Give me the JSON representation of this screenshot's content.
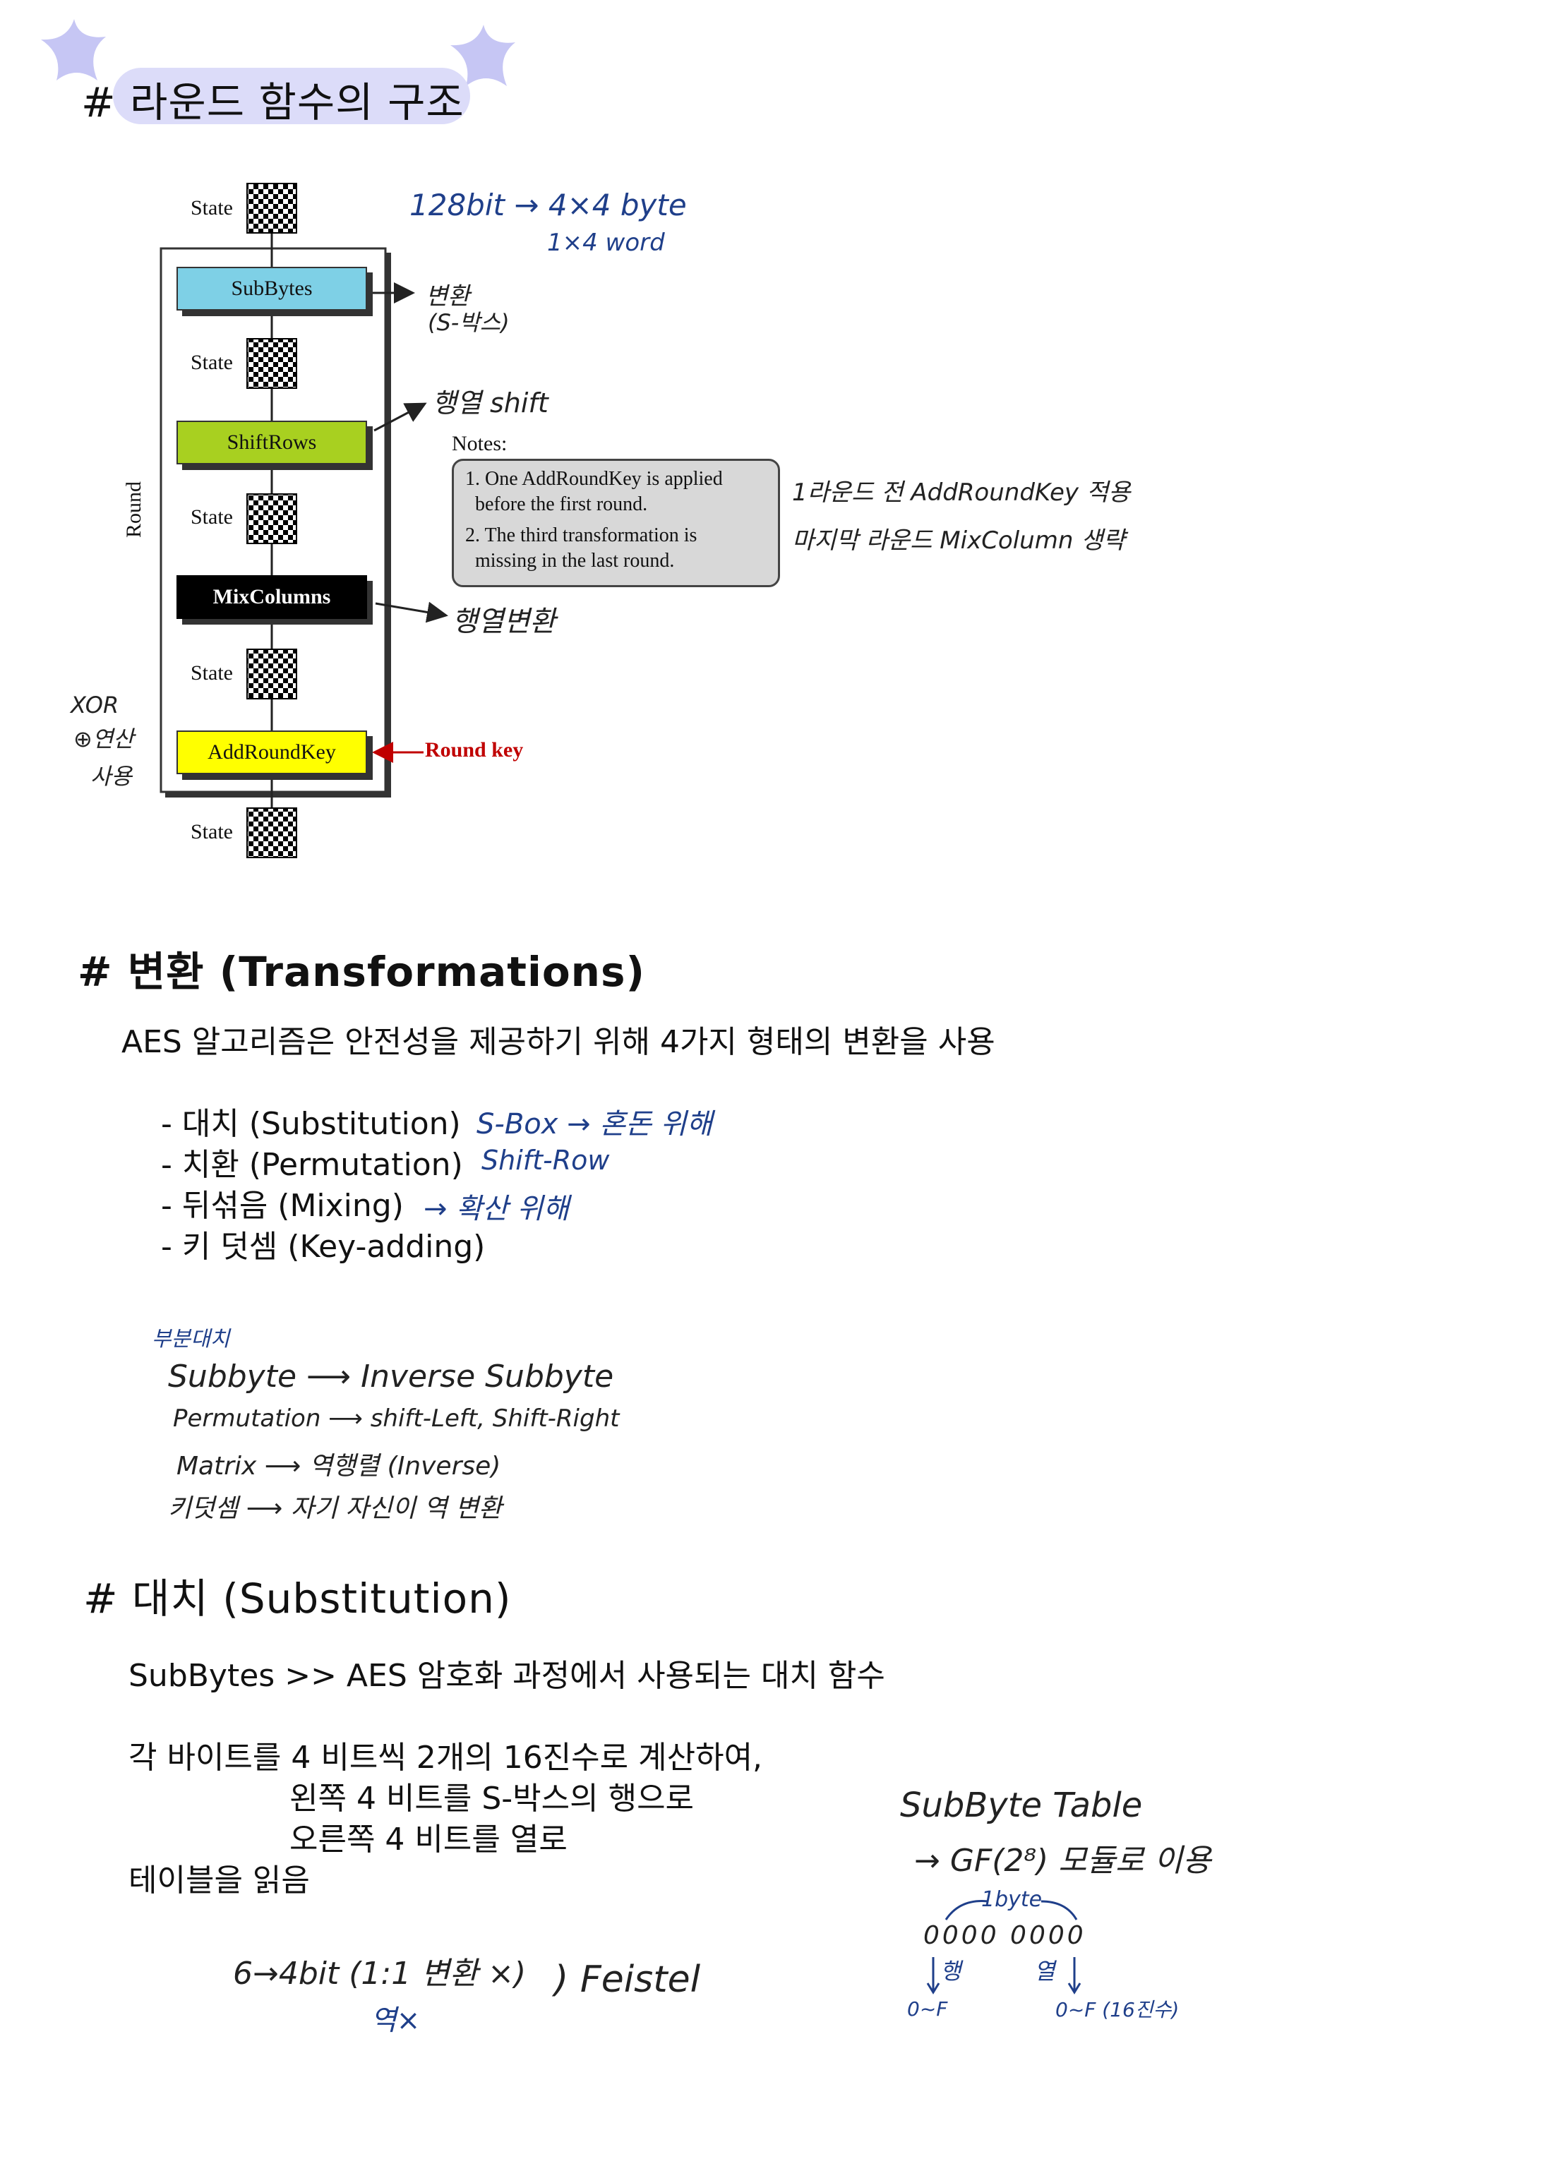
{
  "section1": {
    "title": "# 라운드 함수의 구조",
    "diagram": {
      "state_label": "State",
      "round_label": "Round",
      "ops": [
        "SubBytes",
        "ShiftRows",
        "MixColumns",
        "AddRoundKey"
      ],
      "round_key": "Round key",
      "notes_title": "Notes:",
      "note1_line1": "1. One AddRoundKey is applied",
      "note1_line2": "before the first round.",
      "note2_line1": "2. The third transformation is",
      "note2_line2": "missing in the last round."
    },
    "annotations": {
      "bits": "128bit → 4×4 byte",
      "word": "1×4 word",
      "subbytes_note1": "변환",
      "subbytes_note2": "(S-박스)",
      "shiftrows_note": "행열 shift",
      "mixcolumns_note": "행열변환",
      "notes_side1": "1라운드 전 AddRoundKey 적용",
      "notes_side2": "마지막 라운드 MixColumn 생략",
      "xor1": "XOR",
      "xor2": "⊕연산",
      "xor3": "사용"
    }
  },
  "section2": {
    "title": "# 변환 (Transformations)",
    "intro": "AES 알고리즘은 안전성을 제공하기 위해 4가지 형태의 변환을 사용",
    "items": [
      "- 대치 (Substitution)",
      "- 치환 (Permutation)",
      "- 뒤섞음 (Mixing)",
      "- 키 덧셈 (Key-adding)"
    ],
    "item_notes": [
      "S-Box → 혼돈 위해",
      "Shift-Row",
      "→ 확산 위해"
    ],
    "hw_lines": {
      "partial": "부분대치",
      "l1": "Subbyte ⟶ Inverse Subbyte",
      "l2": "Permutation ⟶ shift-Left, Shift-Right",
      "l3": "Matrix ⟶ 역행렬 (Inverse)",
      "l4": "키덧셈 ⟶ 자기 자신이 역 변환"
    }
  },
  "section3": {
    "title": "# 대치 (Substitution)",
    "line1": "SubBytes >> AES 암호화 과정에서 사용되는 대치 함수",
    "line2": "각 바이트를 4 비트씩 2개의 16진수로 계산하여,",
    "line3": "왼쪽 4 비트를 S-박스의 행으로",
    "line4": "오른쪽 4 비트를 열로",
    "line5": "테이블을 읽음",
    "hw": {
      "feistel1": "6→4bit (1:1 변환 ×)",
      "feistel2": "역×",
      "feistel3": ") Feistel",
      "table1": "SubByte Table",
      "table2": "→ GF(2⁸) 모듈로 이용",
      "byte": "1byte",
      "bits": "0000 0000",
      "row": "행",
      "col": "열",
      "range1": "0~F",
      "range2": "0~F (16진수)"
    }
  }
}
